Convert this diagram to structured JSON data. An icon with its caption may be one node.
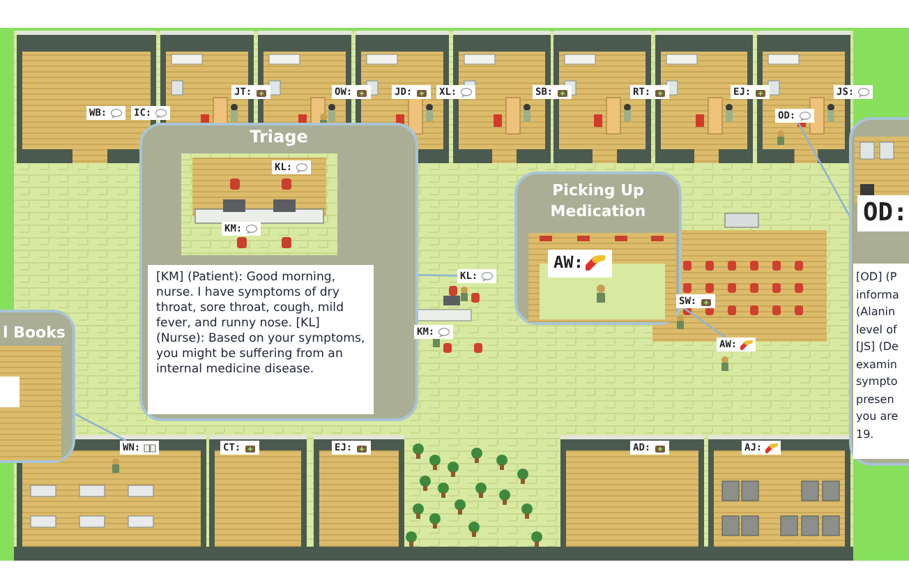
{
  "diagram": {
    "nodes": [
      {
        "text": [
          "WB:"
        ]
      },
      {
        "text": [
          "IC:"
        ]
      },
      {
        "text": [
          "JT:"
        ]
      },
      {
        "text": [
          "OW:"
        ]
      },
      {
        "text": [
          "JD:"
        ]
      },
      {
        "text": [
          "XL:"
        ]
      },
      {
        "text": [
          "SB:"
        ]
      },
      {
        "text": [
          "RT:"
        ]
      },
      {
        "text": [
          "EJ:"
        ]
      },
      {
        "text": [
          "JS:"
        ]
      },
      {
        "text": [
          "OD:"
        ]
      },
      {
        "text": [],
        "shape": "box"
      },
      {
        "text": [
          "OD:"
        ],
        "in": 11
      },
      {
        "text": [
          "[OD] (P informa (Alanin level of [JS] (De examin sympto presen you are 19."
        ],
        "in": 11
      },
      {
        "text": [
          "Triage"
        ]
      },
      {
        "text": [
          "KL:"
        ],
        "in": 14
      },
      {
        "text": [
          "KM:"
        ],
        "in": 14
      },
      {
        "text": [
          "[KM] (Patient): Good morning, nurse.  I have symptoms of dry throat, sore throat, cough, mild fever, and runny nose. [KL] (Nurse): Based on your symptoms, you might be suffering from an internal medicine disease."
        ],
        "in": 14
      },
      {
        "text": [
          "Picking Up Medication"
        ]
      },
      {
        "text": [
          "AW:"
        ],
        "in": 18
      },
      {
        "text": [
          "KL:"
        ]
      },
      {
        "text": [
          "SW:"
        ]
      },
      {
        "text": [
          "KM:"
        ]
      },
      {
        "text": [
          "l Books"
        ]
      },
      {
        "text": [
          "AW:"
        ]
      },
      {
        "text": [
          "WN:"
        ]
      },
      {
        "text": [
          "CT:"
        ]
      },
      {
        "text": [
          "EJ:"
        ]
      },
      {
        "text": [
          "AD:"
        ]
      },
      {
        "text": [
          "AJ:"
        ]
      }
    ],
    "edges": [
      {
        "from": 14,
        "to": 20,
        "arrow": "none"
      },
      {
        "from": 18,
        "to": 24,
        "arrow": "none"
      },
      {
        "from": 10,
        "to": 11,
        "arrow": "none"
      },
      {
        "from": 23,
        "to": 25,
        "arrow": "none"
      }
    ]
  }
}
